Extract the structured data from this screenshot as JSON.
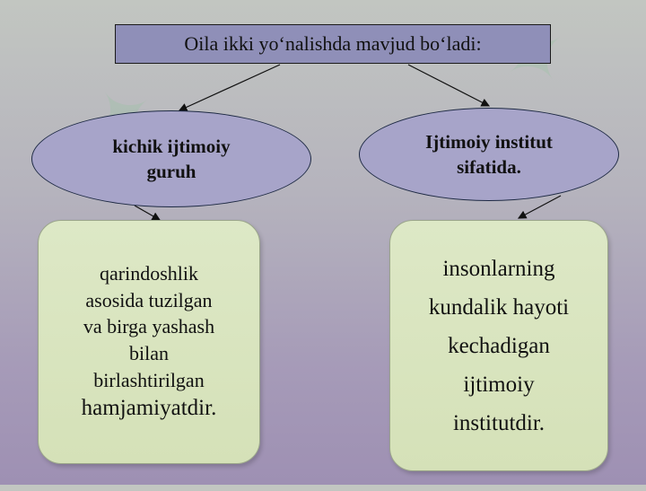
{
  "title": "Oila ikki yo‘nalishda mavjud bo‘ladi:",
  "left_ellipse": {
    "line1": "kichik ijtimoiy",
    "line2": "guruh"
  },
  "right_ellipse": {
    "line1": "Ijtimoiy institut",
    "line2": "sifatida."
  },
  "left_card": {
    "lines": [
      "qarindoshlik",
      "asosida tuzilgan",
      "va birga yashash",
      "bilan",
      "birlashtirilgan",
      "hamjamiyatdir."
    ]
  },
  "right_card": {
    "lines": [
      "insonlarning",
      "kundalik hayoti",
      "kechadigan",
      "ijtimoiy",
      "institutdir."
    ]
  },
  "colors": {
    "title_fill": "#8f8fb8",
    "ellipse_fill": "#a7a4c9",
    "card_fill": "#d9e4bf",
    "watermark": "#78c88c"
  }
}
